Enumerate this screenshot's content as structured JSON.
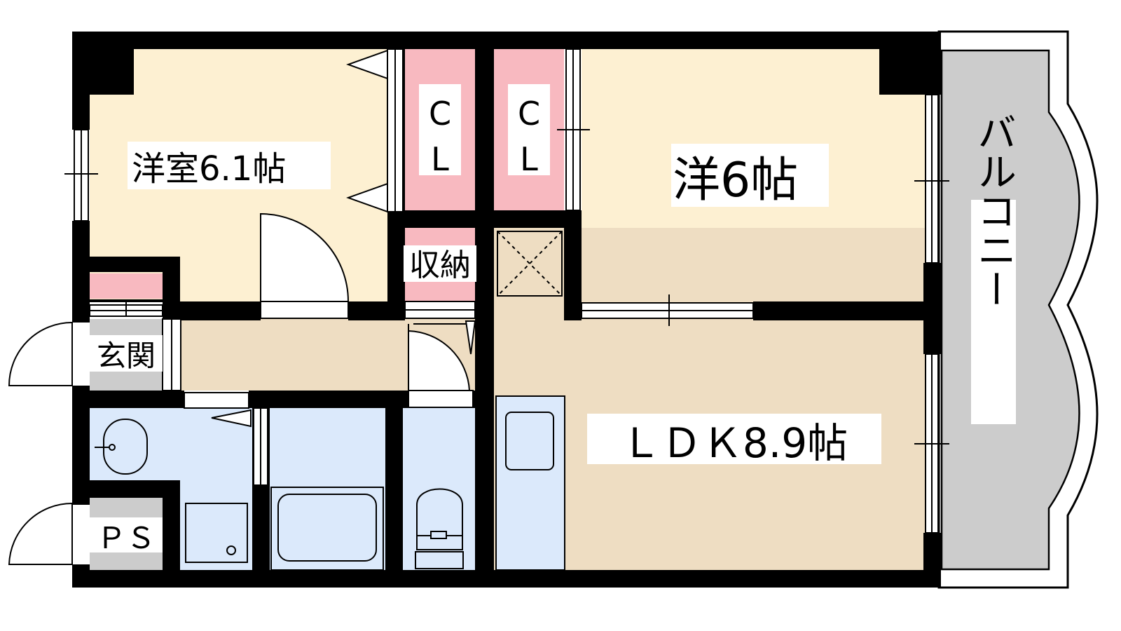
{
  "rooms": {
    "western_room_1": {
      "label": "洋室6.1帖"
    },
    "western_room_2": {
      "label": "洋6帖"
    },
    "closet_1": {
      "label_c": "C",
      "label_l": "L"
    },
    "closet_2": {
      "label_c": "C",
      "label_l": "L"
    },
    "storage": {
      "label": "収納"
    },
    "entrance": {
      "label": "玄関"
    },
    "pipe_space": {
      "label": "ＰＳ"
    },
    "ldk": {
      "label": "ＬＤＫ8.9帖"
    },
    "balcony": {
      "label": "バルコニー"
    }
  },
  "colors": {
    "wall": "#000000",
    "bedroom_floor": "#fdf0d2",
    "ldk_floor": "#eeddc2",
    "wet_area": "#dbe9fb",
    "closet": "#f8b9c0",
    "balcony": "#cccccc"
  }
}
